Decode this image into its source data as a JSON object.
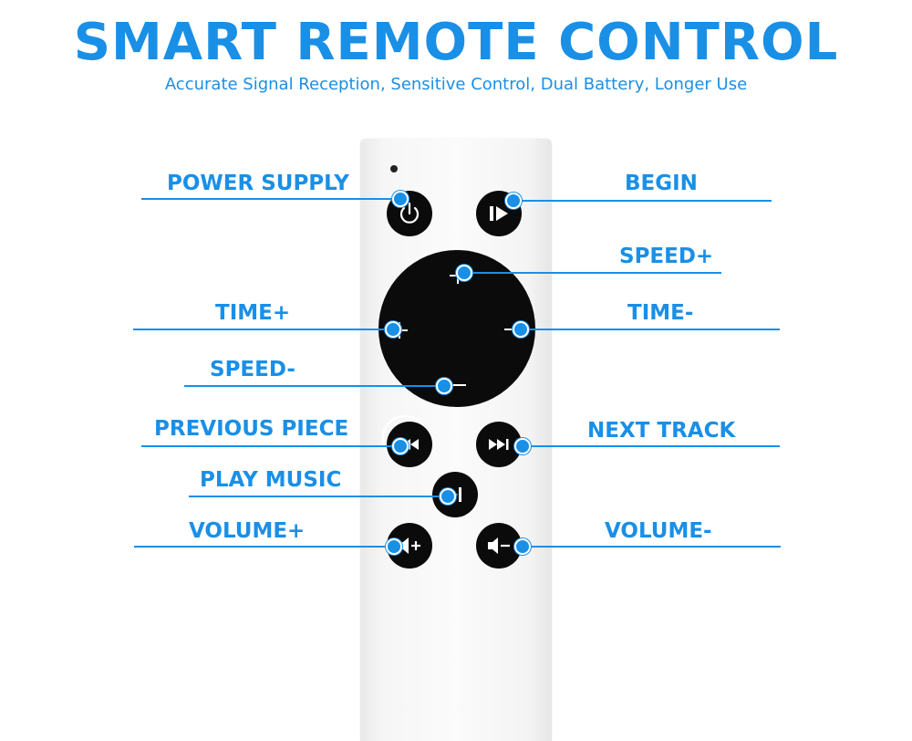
{
  "header": {
    "title": "SMART REMOTE CONTROL",
    "subtitle": "Accurate Signal Reception, Sensitive Control, Dual Battery, Longer Use"
  },
  "labels": {
    "power_supply": "POWER SUPPLY",
    "begin": "BEGIN",
    "speed_plus": "SPEED+",
    "time_plus": "TIME+",
    "time_minus": "TIME-",
    "speed_minus": "SPEED-",
    "previous_piece": "PREVIOUS PIECE",
    "next_track": "NEXT TRACK",
    "play_music": "PLAY MUSIC",
    "volume_plus": "VOLUME+",
    "volume_minus": "VOLUME-"
  },
  "icons": {
    "power": "power-icon",
    "begin": "play-pause-icon",
    "center": "p-logo-icon",
    "previous": "rewind-icon",
    "next": "fast-forward-icon",
    "play_music": "play-bar-icon",
    "volume_up": "volume-up-icon",
    "volume_down": "volume-down-icon"
  },
  "colors": {
    "accent": "#1a8fe6",
    "button": "#0b0b0b",
    "remote_body": "#f7f7f7"
  }
}
